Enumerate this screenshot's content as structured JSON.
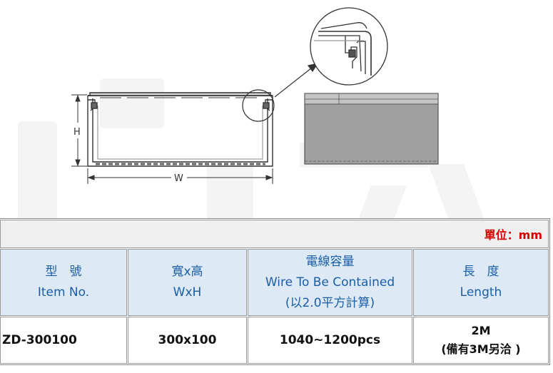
{
  "table": {
    "unit_label": "單位：mm",
    "headers": [
      {
        "zh": "型　號",
        "en": "Item No."
      },
      {
        "zh": "寬x高",
        "en": "WxH"
      },
      {
        "zh": "電線容量",
        "en": "Wire To Be Contained",
        "note": "(以2.0平方計算)"
      },
      {
        "zh": "長　度",
        "en": "Length"
      }
    ],
    "rows": [
      {
        "model": "ZD-300100",
        "size": "300x100",
        "capacity": "1040~1200pcs",
        "length": "2M",
        "length_note": "(備有3M另洽 )"
      }
    ]
  },
  "drawing": {
    "height_label": "H",
    "width_label": "W"
  }
}
